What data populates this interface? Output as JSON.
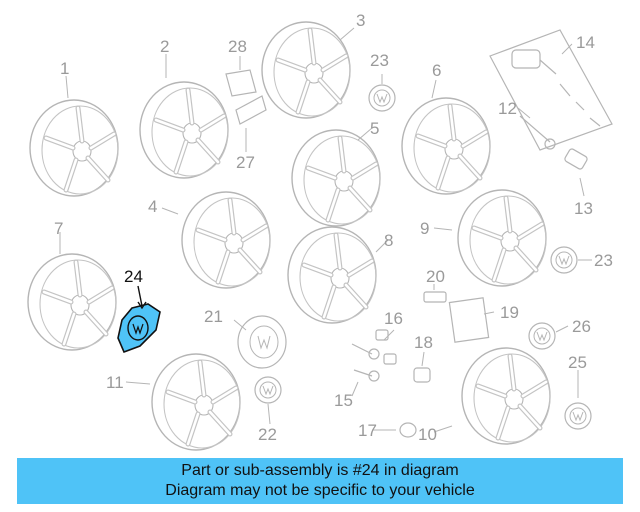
{
  "diagram": {
    "callouts": [
      "1",
      "2",
      "3",
      "4",
      "5",
      "6",
      "7",
      "8",
      "9",
      "10",
      "11",
      "12",
      "13",
      "14",
      "15",
      "16",
      "17",
      "18",
      "19",
      "20",
      "21",
      "22",
      "23",
      "23",
      "24",
      "25",
      "26",
      "27",
      "28"
    ],
    "highlighted_part": "24",
    "highlight_color": "#4fc3f7"
  },
  "banner": {
    "line1": "Part or sub-assembly is #24 in diagram",
    "line2": "Diagram may not be specific to your vehicle",
    "background": "#4fc3f7"
  }
}
